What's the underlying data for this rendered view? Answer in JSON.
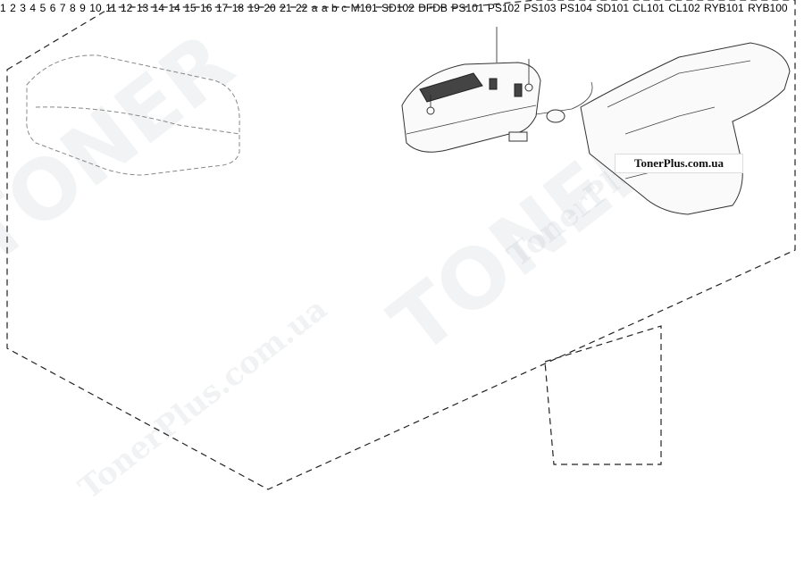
{
  "watermark": {
    "brand": "TONER",
    "url": "TonerPlus.com.ua"
  },
  "badge": "TonerPlus.com.ua",
  "callouts": [
    {
      "id": "1",
      "text": "1"
    },
    {
      "id": "2",
      "text": "2"
    },
    {
      "id": "3",
      "text": "3"
    },
    {
      "id": "4",
      "text": "4"
    },
    {
      "id": "5",
      "text": "5"
    },
    {
      "id": "6",
      "text": "6"
    },
    {
      "id": "7",
      "text": "7"
    },
    {
      "id": "8",
      "text": "8"
    },
    {
      "id": "9",
      "text": "9"
    },
    {
      "id": "10",
      "text": "10"
    },
    {
      "id": "11",
      "text": "11"
    },
    {
      "id": "12",
      "text": "12"
    },
    {
      "id": "13",
      "text": "13"
    },
    {
      "id": "14a",
      "text": "14"
    },
    {
      "id": "14b",
      "text": "14"
    },
    {
      "id": "15",
      "text": "15"
    },
    {
      "id": "16",
      "text": "16"
    },
    {
      "id": "17",
      "text": "17"
    },
    {
      "id": "18",
      "text": "18"
    },
    {
      "id": "19",
      "text": "19"
    },
    {
      "id": "20",
      "text": "20"
    },
    {
      "id": "21",
      "text": "21"
    },
    {
      "id": "22",
      "text": "22"
    },
    {
      "id": "a1",
      "text": "a"
    },
    {
      "id": "a2",
      "text": "a"
    },
    {
      "id": "b",
      "text": "b"
    },
    {
      "id": "c",
      "text": "c"
    },
    {
      "id": "M101",
      "text": "M101"
    },
    {
      "id": "SD102",
      "text": "SD102"
    },
    {
      "id": "DFDB",
      "text": "DFDB"
    },
    {
      "id": "PS101",
      "text": "PS101"
    },
    {
      "id": "PS102",
      "text": "PS102"
    },
    {
      "id": "PS103",
      "text": "PS103"
    },
    {
      "id": "PS104",
      "text": "PS104"
    },
    {
      "id": "SD101",
      "text": "SD101"
    },
    {
      "id": "CL101",
      "text": "CL101"
    },
    {
      "id": "CL102",
      "text": "CL102"
    },
    {
      "id": "RYB101",
      "text": "RYB101"
    },
    {
      "id": "RYB100",
      "text": "RYB100"
    }
  ]
}
